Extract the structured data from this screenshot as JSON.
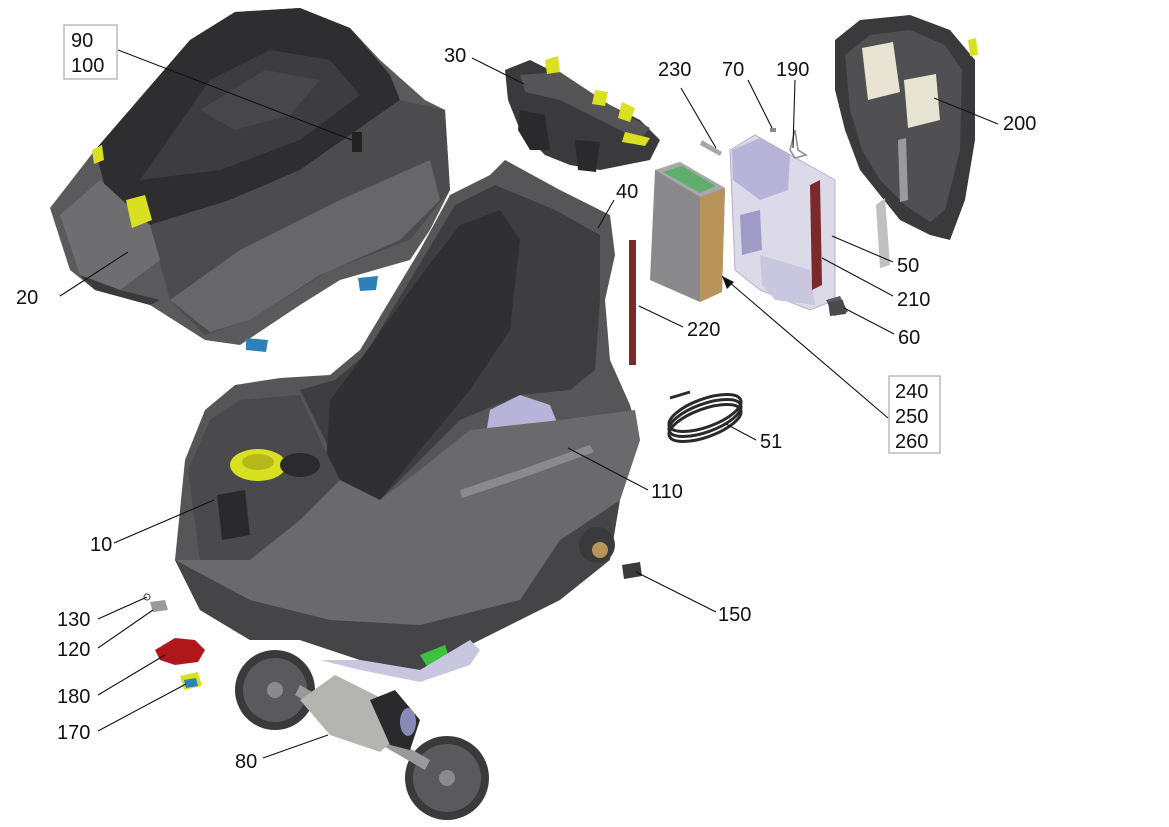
{
  "colors": {
    "housing_dark": "#3c3c3e",
    "housing_mid": "#5a5a5c",
    "housing_light": "#8a8a8c",
    "accent_yellow": "#d9e021",
    "accent_blue": "#2f7fb8",
    "accent_red": "#b0171c",
    "accent_green": "#3cc23c",
    "panel_lavender": "#b7b3d9",
    "leader": "#111111"
  },
  "callouts": {
    "c10": "10",
    "c20": "20",
    "c30": "30",
    "c40": "40",
    "c50": "50",
    "c51": "51",
    "c60": "60",
    "c70": "70",
    "c80": "80",
    "c90": "90",
    "c100": "100",
    "c110": "110",
    "c120": "120",
    "c130": "130",
    "c150": "150",
    "c170": "170",
    "c180": "180",
    "c190": "190",
    "c200": "200",
    "c210": "210",
    "c220": "220",
    "c230": "230",
    "c240": "240",
    "c250": "250",
    "c260": "260"
  }
}
